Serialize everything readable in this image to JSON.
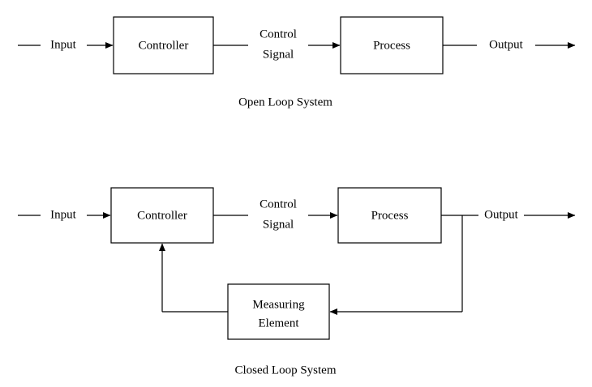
{
  "page": {
    "background_color": "#ffffff",
    "line_color": "#000000",
    "text_color": "#000000"
  },
  "diagrams": [
    {
      "id": "open-loop",
      "caption": "Open Loop System",
      "blocks": [
        {
          "id": "controller",
          "label": "Controller"
        },
        {
          "id": "process",
          "label": "Process"
        }
      ],
      "signals": [
        {
          "id": "input",
          "label": "Input"
        },
        {
          "id": "control-signal",
          "label_line1": "Control",
          "label_line2": "Signal"
        },
        {
          "id": "output",
          "label": "Output"
        }
      ]
    },
    {
      "id": "closed-loop",
      "caption": "Closed Loop System",
      "blocks": [
        {
          "id": "controller",
          "label": "Controller"
        },
        {
          "id": "process",
          "label": "Process"
        },
        {
          "id": "measuring-element",
          "label_line1": "Measuring",
          "label_line2": "Element"
        }
      ],
      "signals": [
        {
          "id": "input",
          "label": "Input"
        },
        {
          "id": "control-signal",
          "label_line1": "Control",
          "label_line2": "Signal"
        },
        {
          "id": "output",
          "label": "Output"
        },
        {
          "id": "feedback",
          "label": ""
        }
      ]
    }
  ]
}
